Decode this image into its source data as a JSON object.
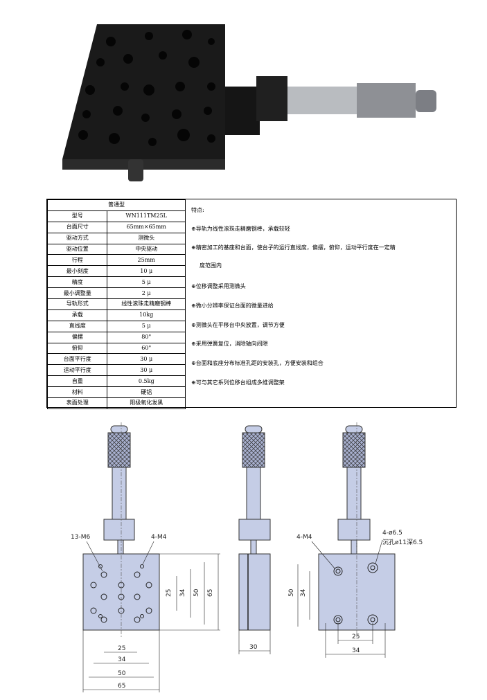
{
  "spec_table": {
    "header": "普通型",
    "rows": [
      {
        "label": "型号",
        "value": "WN111TM25L"
      },
      {
        "label": "台面尺寸",
        "value": "65mm×65mm"
      },
      {
        "label": "驱动方式",
        "value": "测微头"
      },
      {
        "label": "驱动位置",
        "value": "中央驱动"
      },
      {
        "label": "行程",
        "value": "25mm"
      },
      {
        "label": "最小刻度",
        "value": "10 μ"
      },
      {
        "label": "精度",
        "value": "5 μ"
      },
      {
        "label": "最小调整量",
        "value": "2 μ"
      },
      {
        "label": "导轨形式",
        "value": "线性滚珠走精磨钢棒"
      },
      {
        "label": "承载",
        "value": "10kg"
      },
      {
        "label": "直线度",
        "value": "5 μ"
      },
      {
        "label": "偏摆",
        "value": "80\""
      },
      {
        "label": "俯仰",
        "value": "60\""
      },
      {
        "label": "台面平行度",
        "value": "30 μ"
      },
      {
        "label": "运动平行度",
        "value": "30 μ"
      },
      {
        "label": "自重",
        "value": "0.5kg"
      },
      {
        "label": "材料",
        "value": "硬铝"
      },
      {
        "label": "表面处理",
        "value": "阳极氧化发黑"
      }
    ]
  },
  "features": {
    "title": "特点:",
    "items": [
      "⊕导轨为线性滚珠走精磨钢棒，承载较轻",
      "⊕精密加工的基座和台面，使台子的运行直线度，偏摆，俯仰，运动平行度在一定精",
      "度范围内",
      "⊕位移调整采用测微头",
      "⊕微小分辨率保证台面的微量进给",
      "⊕测微头在平移台中央放置，调节方便",
      "⊕采用弹簧复位，消除轴向间隙",
      "⊕台面和底座分布标准孔距的安装孔，方便安装和组合",
      "⊕可与其它系列位移台组成多维调整架"
    ]
  },
  "drawing": {
    "left_view": {
      "callout_holes": "13-M6",
      "callout_threads": "4-M4",
      "dims_horizontal": [
        "25",
        "34",
        "50",
        "65"
      ],
      "dims_vertical": [
        "25",
        "34",
        "50",
        "65"
      ]
    },
    "side_view": {
      "dim_width": "30"
    },
    "bottom_view": {
      "callout_threads": "4-M4",
      "callout_holes": "4-ø6.5",
      "callout_counterbore": "沉孔ø11深6.5",
      "dims_horizontal": [
        "25",
        "34"
      ],
      "dims_vertical": [
        "50",
        "34"
      ]
    }
  },
  "colors": {
    "plate": "#c5cde6",
    "stage_body": "#1e1e1e",
    "knurl": "#a8b0cf"
  }
}
